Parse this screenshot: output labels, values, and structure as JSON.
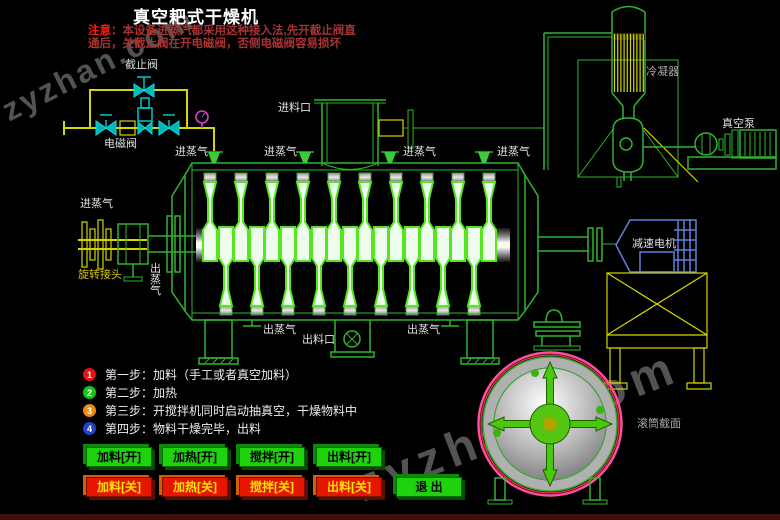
{
  "title": "真空耙式干燥机",
  "note": {
    "prefix": "注意：",
    "line1": "本设备进蒸汽都采用这种接入法,先开截止阀直",
    "line2": "通后，关截止阀在开电磁阀，否侧电磁阀容易损坏"
  },
  "watermark": "zyzhan.com",
  "labels": {
    "stop_valve": "截止阀",
    "solenoid_valve": "电磁阀",
    "steam_in": "进蒸气",
    "steam_out": "出蒸气",
    "feed_port": "进料口",
    "discharge_port": "出料口",
    "condenser": "冷凝器",
    "vacuum_pump": "真空泵",
    "gear_motor": "减速电机",
    "rotary_joint": "旋转接头",
    "drum_section": "滚筒截面"
  },
  "steps": [
    {
      "num": "1",
      "color": "#e61111",
      "text": "第一步：加料（手工或者真空加料）"
    },
    {
      "num": "2",
      "color": "#12c912",
      "text": "第二步：加热"
    },
    {
      "num": "3",
      "color": "#ef8a0e",
      "text": "第三步：开搅拌机同时启动抽真空，干燥物料中"
    },
    {
      "num": "4",
      "color": "#2244cc",
      "text": "第四步：物料干燥完毕，出料"
    }
  ],
  "buttons": {
    "on": [
      "加料[开]",
      "加热[开]",
      "搅拌[开]",
      "出料[开]"
    ],
    "off": [
      "加料[关]",
      "加热[关]",
      "搅拌[关]",
      "出料[关]"
    ],
    "exit": "退 出"
  },
  "colors": {
    "line_green": "#2fb42f",
    "tooth_green": "#55e81f",
    "pipe_yellow": "#d6d600",
    "valve_cyan": "#00c8c8",
    "motor_blue": "#6080e0",
    "section_pink": "#ff4fa0",
    "btn_on_green": "#1fd20e",
    "btn_off_red": "#e61500"
  }
}
